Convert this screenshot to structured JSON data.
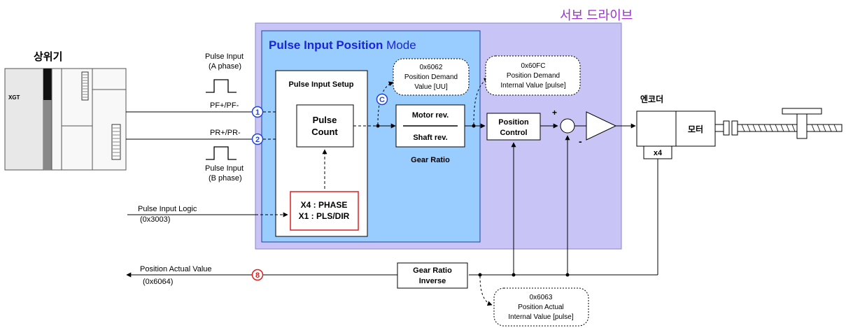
{
  "title_servo": "서보 드라이브",
  "mode": {
    "bold": "Pulse Input Position",
    "normal": " Mode"
  },
  "plc": {
    "title": "상위기",
    "model": "XGT"
  },
  "pulse_a": {
    "line1": "Pulse Input",
    "line2": "(A phase)"
  },
  "pulse_b": {
    "line1": "Pulse Input",
    "line2": "(B phase)"
  },
  "signal_pf": "PF+/PF-",
  "signal_pr": "PR+/PR-",
  "badges": {
    "b1": "1",
    "b2": "2",
    "bc": "C",
    "b8": "8"
  },
  "setup": {
    "title": "Pulse Input Setup",
    "count_line1": "Pulse",
    "count_line2": "Count",
    "x4": "X4 : PHASE",
    "x1": "X1 : PLS/DIR"
  },
  "logic": {
    "line1": "Pulse Input Logic",
    "line2": "(0x3003)"
  },
  "gear": {
    "top": "Motor rev.",
    "bottom": "Shaft rev.",
    "caption": "Gear Ratio"
  },
  "obj_6062": {
    "line1": "0x6062",
    "line2": "Position Demand",
    "line3": "Value [UU]"
  },
  "obj_60fc": {
    "line1": "0x60FC",
    "line2": "Position Demand",
    "line3": "Internal Value [pulse]"
  },
  "position_control": {
    "line1": "Position",
    "line2": "Control"
  },
  "sum": {
    "plus": "+",
    "minus": "-"
  },
  "encoder": {
    "label": "엔코더",
    "x4": "x4"
  },
  "motor": "모터",
  "gear_inverse": {
    "line1": "Gear Ratio",
    "line2": "Inverse"
  },
  "actual": {
    "line1": "Position Actual Value",
    "line2": "(0x6064)"
  },
  "obj_6063": {
    "line1": "0x6063",
    "line2": "Position Actual",
    "line3": "Internal Value [pulse]"
  }
}
